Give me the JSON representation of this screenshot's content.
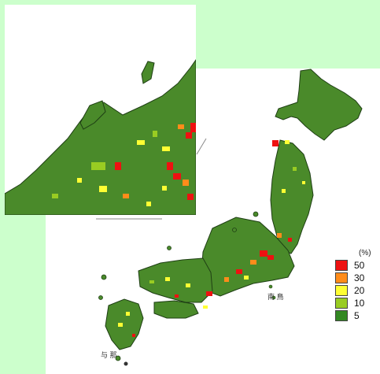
{
  "legend": {
    "unit": "(%)",
    "items": [
      {
        "label": "50",
        "color": "#ee1111"
      },
      {
        "label": "30",
        "color": "#ff8c1a"
      },
      {
        "label": "20",
        "color": "#ffff33"
      },
      {
        "label": "10",
        "color": "#99cc22"
      },
      {
        "label": "5",
        "color": "#338822"
      }
    ]
  },
  "labels": {
    "islands_east": "南 鳥",
    "islands_south": "与 那"
  },
  "colors": {
    "background_mint": "#ccffcc",
    "land_base": "#4a8a2a",
    "land_dark": "#2f6b1f"
  }
}
